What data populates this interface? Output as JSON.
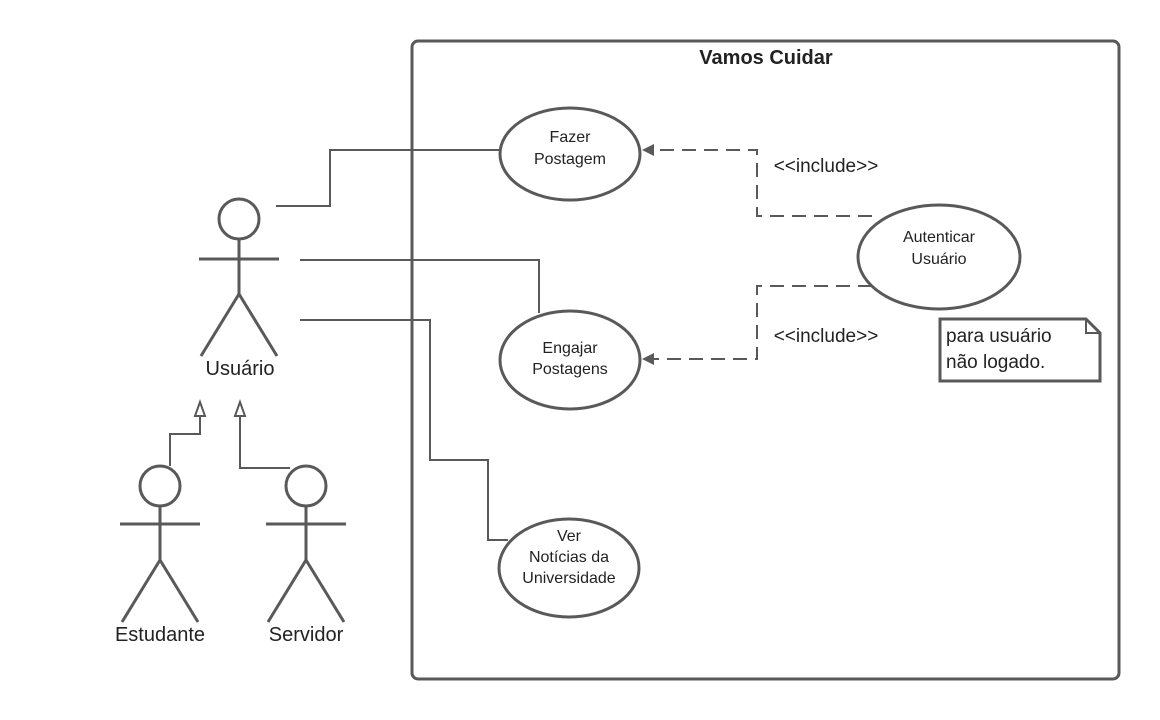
{
  "diagram": {
    "system_title": "Vamos Cuidar",
    "actors": {
      "usuario": "Usuário",
      "estudante": "Estudante",
      "servidor": "Servidor"
    },
    "use_cases": {
      "fazer_postagem": [
        "Fazer",
        "Postagem"
      ],
      "engajar_postagens": [
        "Engajar",
        "Postagens"
      ],
      "ver_noticias": [
        "Ver",
        "Notícias da",
        "Universidade"
      ],
      "autenticar_usuario": [
        "Autenticar",
        "Usuário"
      ]
    },
    "relations": {
      "include_top": "<<include>>",
      "include_bottom": "<<include>>"
    },
    "note": [
      "para usuário",
      "não logado."
    ],
    "colors": {
      "stroke": "#595959",
      "text": "#222222",
      "background": "#ffffff"
    }
  }
}
